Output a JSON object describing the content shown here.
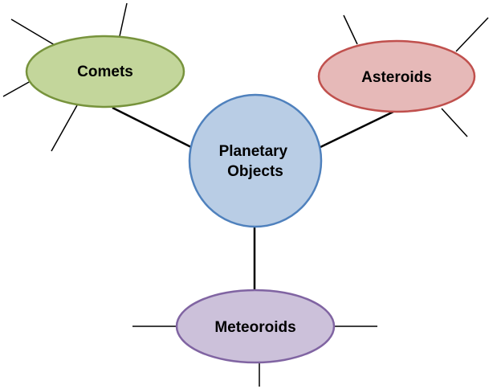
{
  "nodes": {
    "center": {
      "label_lines": [
        "Planetary",
        "Objects"
      ],
      "fill": "#b9cde5",
      "stroke": "#4f81bd"
    },
    "comets": {
      "label": "Comets",
      "fill": "#c3d69b",
      "stroke": "#77933c"
    },
    "asteroids": {
      "label": "Asteroids",
      "fill": "#e6b9b8",
      "stroke": "#c0504d"
    },
    "meteoroids": {
      "label": "Meteoroids",
      "fill": "#ccc1da",
      "stroke": "#8064a2"
    }
  }
}
